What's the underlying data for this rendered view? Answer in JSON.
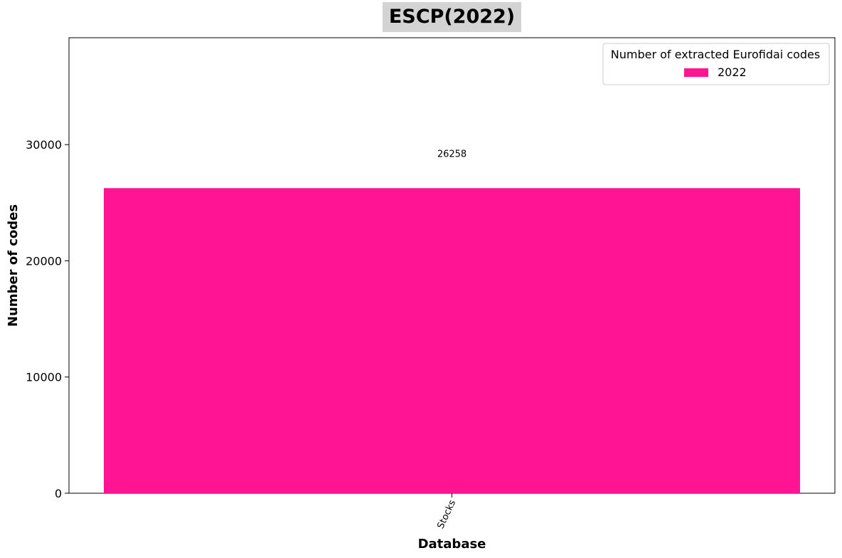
{
  "chart_data": {
    "type": "bar",
    "title": "ESCP(2022)",
    "xlabel": "Database",
    "ylabel": "Number of codes",
    "categories": [
      "Stocks"
    ],
    "series": [
      {
        "name": "2022",
        "values": [
          26258
        ],
        "color": "#ff1493"
      }
    ],
    "data_labels": [
      "26258"
    ],
    "ylim": [
      0,
      39200
    ],
    "yticks": [
      0,
      10000,
      20000,
      30000
    ],
    "ytick_labels": [
      "0",
      "10000",
      "20000",
      "30000"
    ],
    "grid": false,
    "legend": {
      "title": "Number of extracted Eurofidai codes",
      "placement": "top-right"
    },
    "title_background": "#d3d3d3"
  }
}
